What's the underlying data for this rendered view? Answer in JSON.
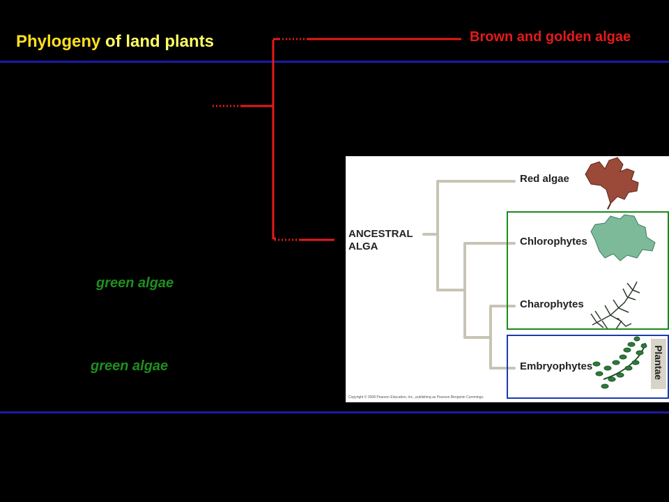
{
  "slide": {
    "title_first": "Phylogeny",
    "title_rest": " of land plants",
    "top_branch_label": "Brown and golden algae",
    "green_label_1": "green algae",
    "green_label_2": "green algae"
  },
  "figure": {
    "root_line1": "ANCESTRAL",
    "root_line2": "ALGA",
    "taxa": [
      "Red algae",
      "Chlorophytes",
      "Charophytes",
      "Embryophytes"
    ],
    "clade_tab": "Plantae",
    "copyright": "Copyright © 2008 Pearson Education, Inc., publishing as Pearson Benjamin Cummings."
  },
  "colors": {
    "background": "#000000",
    "title": "#ffff66",
    "rule": "#1c1ca8",
    "red_tree": "#e61a1a",
    "green_text": "#1f8f1f",
    "green_box": "#1a8a1a",
    "blue_box": "#1a3ab0",
    "figure_branch": "#c8c4b4"
  }
}
